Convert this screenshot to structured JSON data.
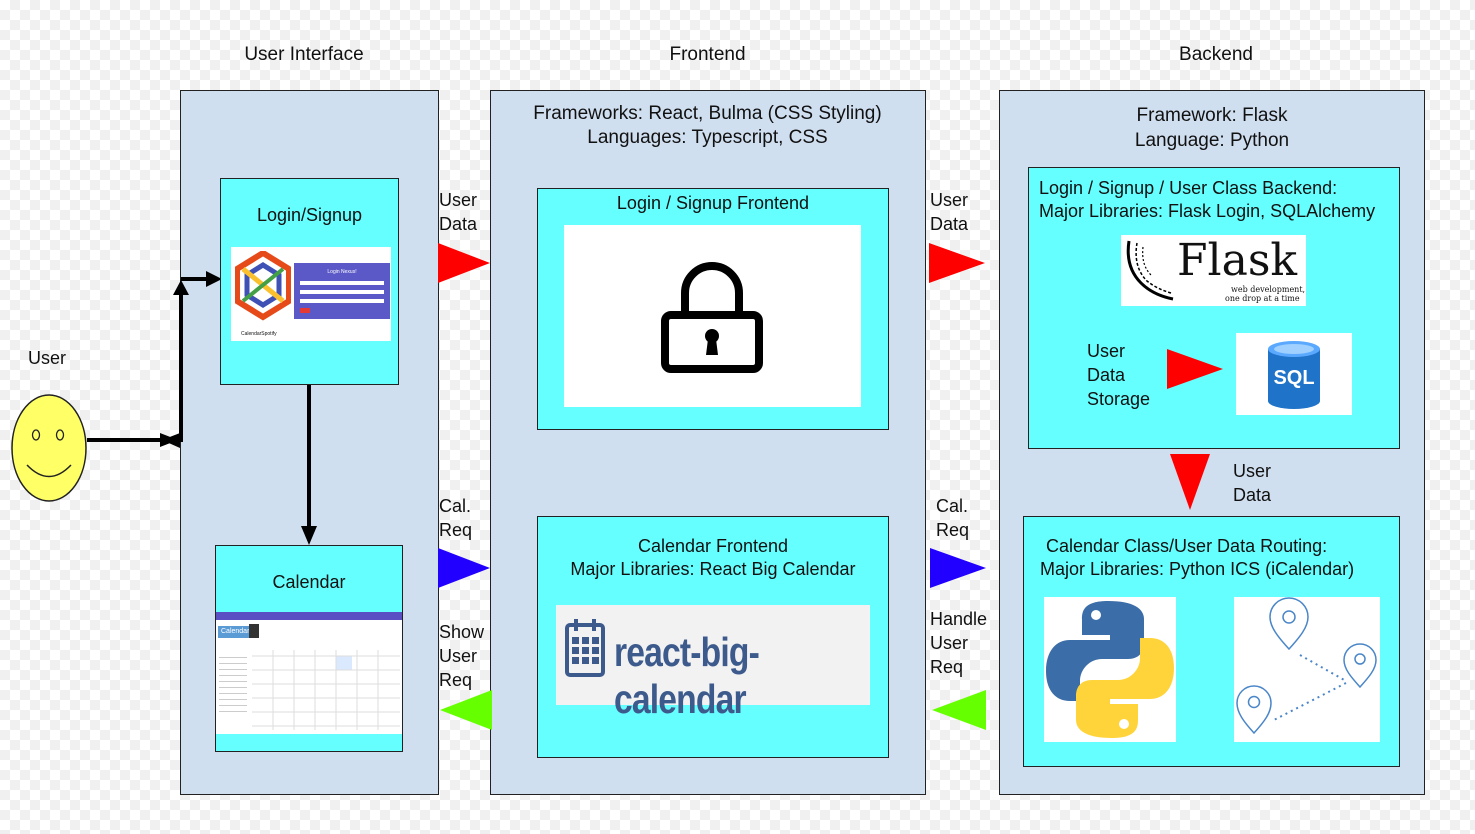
{
  "columns": {
    "ui": "User Interface",
    "frontend": "Frontend",
    "backend": "Backend"
  },
  "user": {
    "label": "User"
  },
  "ui": {
    "login_title": "Login/Signup",
    "login_shot": {
      "heading": "Login Nexus!",
      "brand": "CalendarSpotify"
    },
    "calendar_title": "Calendar",
    "calendar_shot": {
      "tab": "Calendar"
    }
  },
  "frontend": {
    "frameworks": "Frameworks: React, Bulma (CSS Styling)",
    "languages": "Languages: Typescript, CSS",
    "login_title": "Login / Signup Frontend",
    "calendar_title": "Calendar Frontend",
    "calendar_libs": "Major Libraries: React Big Calendar",
    "rbc_logo": "react-big-calendar"
  },
  "backend": {
    "framework": "Framework: Flask",
    "language": "Language: Python",
    "user_class_title": "Login / Signup / User Class Backend:",
    "user_class_libs": "Major Libraries: Flask Login, SQLAlchemy",
    "flask_logo": {
      "word": "Flask",
      "tagline1": "web development,",
      "tagline2": "one drop at a time"
    },
    "storage_label": [
      "User",
      "Data",
      "Storage"
    ],
    "sql_label": "SQL",
    "routing_title": "Calendar Class/User Data Routing:",
    "routing_libs": "Major Libraries: Python ICS (iCalendar)"
  },
  "arrows": {
    "ui_user_data": [
      "User",
      "Data"
    ],
    "be_user_data": [
      "User",
      "Data"
    ],
    "ui_cal_req": [
      "Cal.",
      "Req"
    ],
    "be_cal_req": [
      "Cal.",
      "Req"
    ],
    "ui_show": [
      "Show",
      "User",
      "Req"
    ],
    "be_handle": [
      "Handle",
      "User",
      "Req"
    ],
    "down_user_data": [
      "User",
      "Data"
    ]
  },
  "colors": {
    "column": "#d0dff0",
    "box": "#66ffff",
    "red": "#ff0000",
    "blue": "#2200ff",
    "green": "#66ff00",
    "face": "#ffff66"
  }
}
